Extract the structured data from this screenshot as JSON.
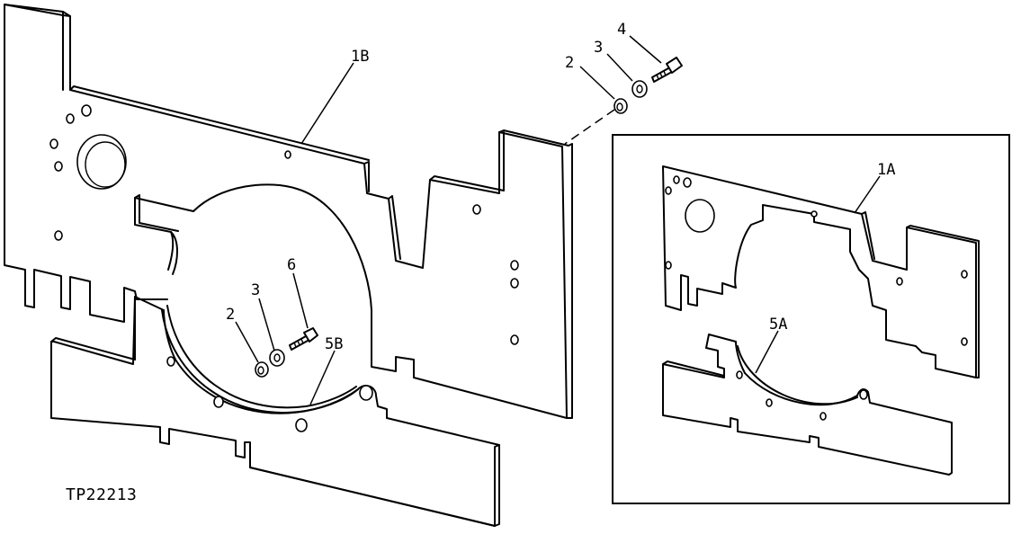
{
  "figure_id": "TP22213",
  "labels": {
    "main_plate": "1B",
    "main_seal": "5B",
    "inset_plate": "1A",
    "inset_seal": "5A",
    "top_spacer": "2",
    "top_washer": "3",
    "top_bolt": "4",
    "mid_spacer": "2",
    "mid_washer": "3",
    "mid_bolt": "6"
  }
}
